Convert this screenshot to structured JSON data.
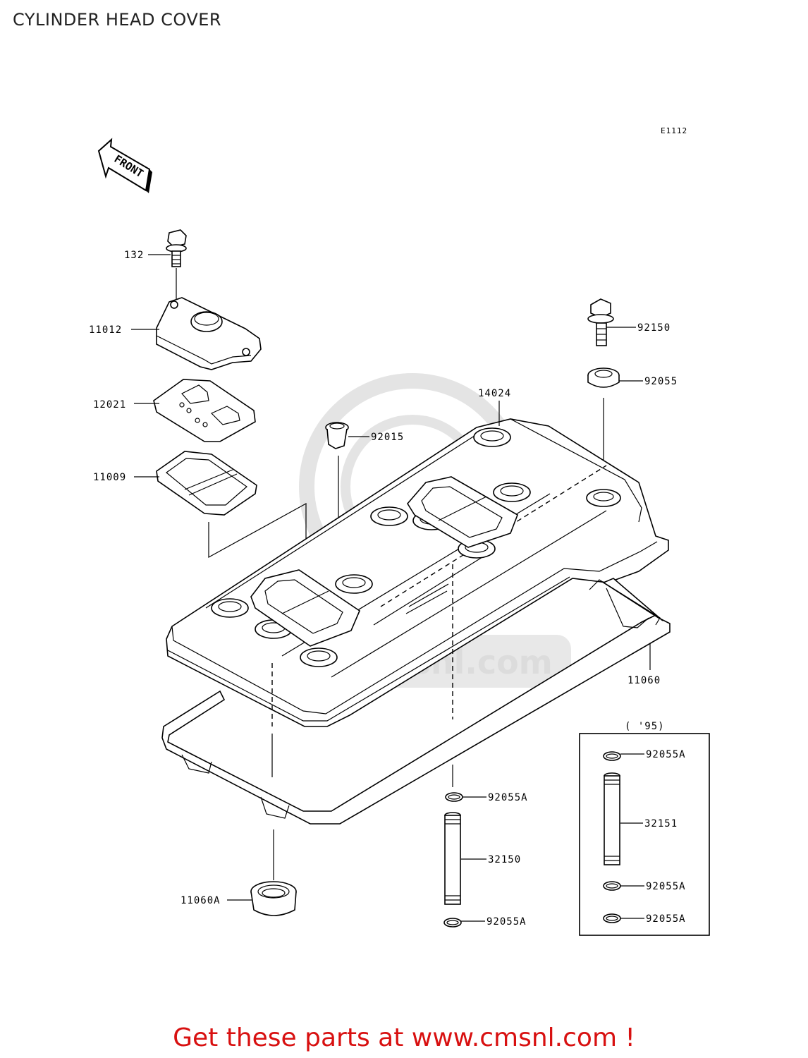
{
  "title": "CYLINDER HEAD COVER",
  "diagram_code": "E1112",
  "front_label": "FRONT",
  "watermark": "www.cmsnl.com",
  "parts": [
    {
      "id": "132"
    },
    {
      "id": "11012"
    },
    {
      "id": "12021"
    },
    {
      "id": "11009"
    },
    {
      "id": "92015"
    },
    {
      "id": "14024"
    },
    {
      "id": "92150"
    },
    {
      "id": "92055"
    },
    {
      "id": "11060"
    },
    {
      "id": "11060A"
    },
    {
      "id": "92055A"
    },
    {
      "id": "32150"
    },
    {
      "id": "92055A"
    },
    {
      "id": "92055A"
    },
    {
      "id": "32151"
    },
    {
      "id": "92055A"
    },
    {
      "id": "92055A"
    }
  ],
  "variant_label": "( '95)",
  "promo": "Get these parts at www.cmsnl.com !"
}
